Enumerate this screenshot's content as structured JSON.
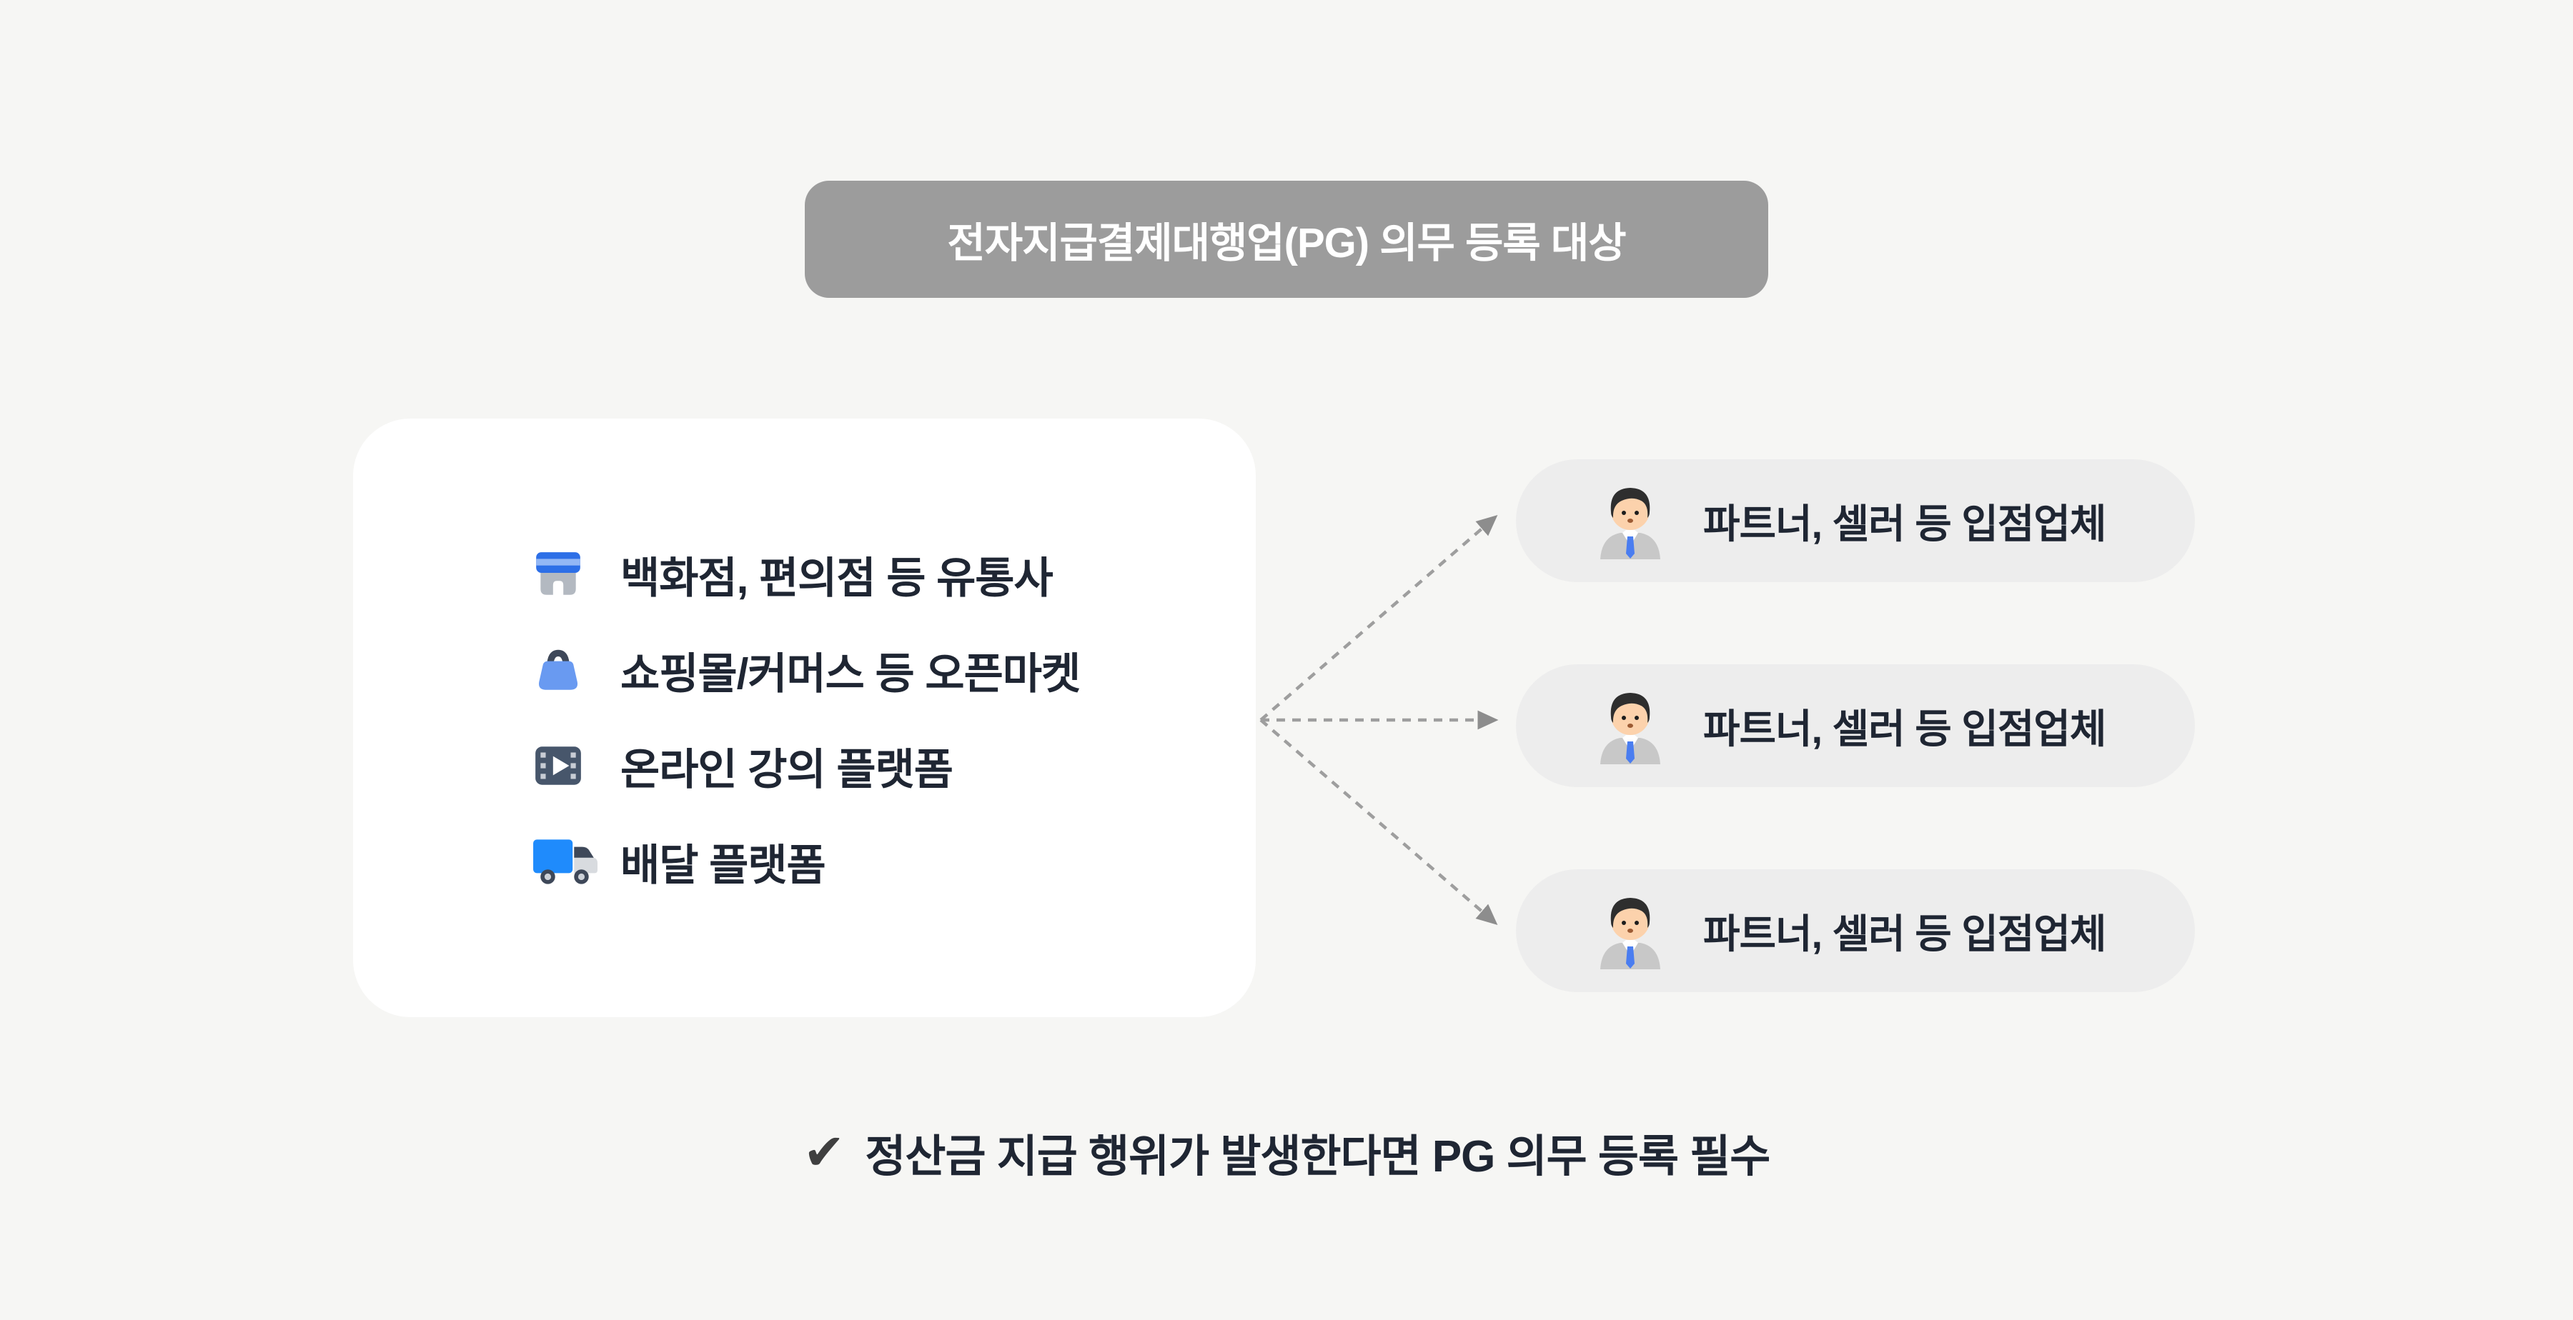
{
  "colors": {
    "page_background": "#f6f6f4",
    "header_background": "#9c9c9c",
    "header_text": "#ffffff",
    "card_background": "#ffffff",
    "pill_background": "#ededed",
    "text_dark": "#1f2633",
    "arrow_dash": "#9e9e9e",
    "arrow_head": "#8d8d8d",
    "checkmark": "#3f3f3f",
    "icon_blue": "#2d6fe7",
    "icon_light_blue": "#699af1",
    "icon_bright_blue": "#1f8bfc",
    "icon_slate": "#47566b",
    "icon_gray": "#b3b9c1"
  },
  "header": {
    "title": "전자지급결제대행업(PG) 의무 등록 대상"
  },
  "source_card": {
    "items": [
      {
        "icon": "store-icon",
        "label": "백화점, 편의점 등 유통사"
      },
      {
        "icon": "shopping-bag-icon",
        "label": "쇼핑몰/커머스 등 오픈마켓"
      },
      {
        "icon": "video-icon",
        "label": "온라인 강의 플랫폼"
      },
      {
        "icon": "delivery-truck-icon",
        "label": "배달 플랫폼"
      }
    ]
  },
  "targets": [
    {
      "icon": "businessman-icon",
      "label": "파트너, 셀러 등 입점업체"
    },
    {
      "icon": "businessman-icon",
      "label": "파트너, 셀러 등 입점업체"
    },
    {
      "icon": "businessman-icon",
      "label": "파트너, 셀러 등 입점업체"
    }
  ],
  "footnote": {
    "check": "✔",
    "text": "정산금 지급 행위가 발생한다면 PG 의무 등록 필수"
  }
}
